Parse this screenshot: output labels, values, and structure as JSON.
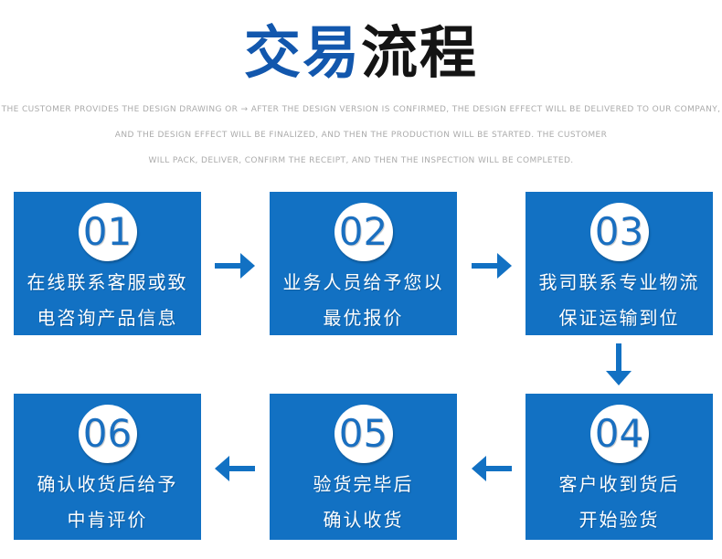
{
  "title": {
    "accent": "交易",
    "rest": "流程"
  },
  "subtitle": {
    "lines": [
      "THE CUSTOMER PROVIDES THE DESIGN DRAWING OR → AFTER THE DESIGN VERSION IS CONFIRMED, THE DESIGN EFFECT WILL BE DELIVERED TO OUR COMPANY,",
      "AND THE DESIGN EFFECT WILL BE FINALIZED, AND THEN THE PRODUCTION WILL BE STARTED. THE CUSTOMER",
      "WILL PACK, DELIVER, CONFIRM THE RECEIPT, AND THEN THE INSPECTION WILL BE COMPLETED."
    ]
  },
  "steps": [
    {
      "number": "01",
      "lines": [
        "在线联系客服或致",
        "电咨询产品信息"
      ]
    },
    {
      "number": "02",
      "lines": [
        "业务人员给予您以",
        "最优报价"
      ]
    },
    {
      "number": "03",
      "lines": [
        "我司联系专业物流",
        "保证运输到位"
      ]
    },
    {
      "number": "04",
      "lines": [
        "客户收到货后",
        "开始验货"
      ]
    },
    {
      "number": "05",
      "lines": [
        "验货完毕后",
        "确认收货"
      ]
    },
    {
      "number": "06",
      "lines": [
        "确认收货后给予",
        "中肯评价"
      ]
    }
  ],
  "colors": {
    "box_blue": "#1271c3",
    "arrow_blue": "#1271c3",
    "circle_number_blue": "#1a6fc0",
    "title_accent_blue": "#1257ad",
    "title_black": "#141414",
    "subtitle_gray": "#ababab",
    "background": "#ffffff"
  }
}
